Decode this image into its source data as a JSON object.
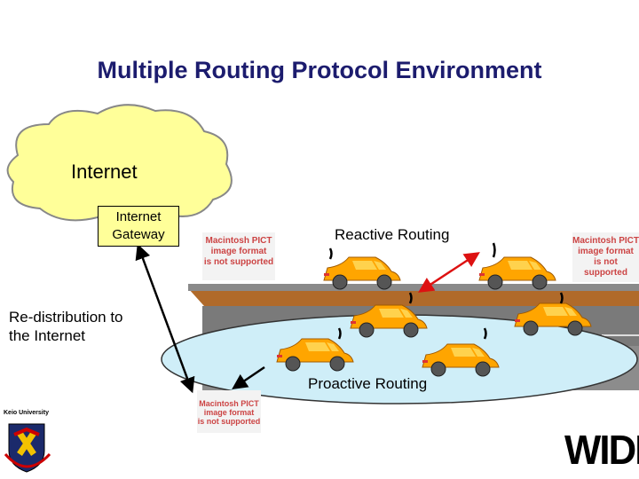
{
  "slide": {
    "title": "Multiple Routing Protocol Environment",
    "internet_label": "Internet",
    "gateway": {
      "line1": "Internet",
      "line2": "Gateway"
    },
    "reactive_label": "Reactive Routing",
    "proactive_label": "Proactive Routing",
    "redistribution": {
      "line1": "Re-distribution to",
      "line2": "the Internet"
    },
    "pict_placeholder": {
      "line1": "Macintosh PICT",
      "line2": "image format",
      "line3": "is not supported"
    },
    "logos": {
      "university": "Keio University",
      "wide": "WIDE"
    }
  },
  "colors": {
    "title": "#1c1c6e",
    "cloud": "#ffff99",
    "car_body": "#ffa500",
    "road": "#808080",
    "lake": "#cfeef8",
    "reactive_arrow": "#dd1111"
  }
}
